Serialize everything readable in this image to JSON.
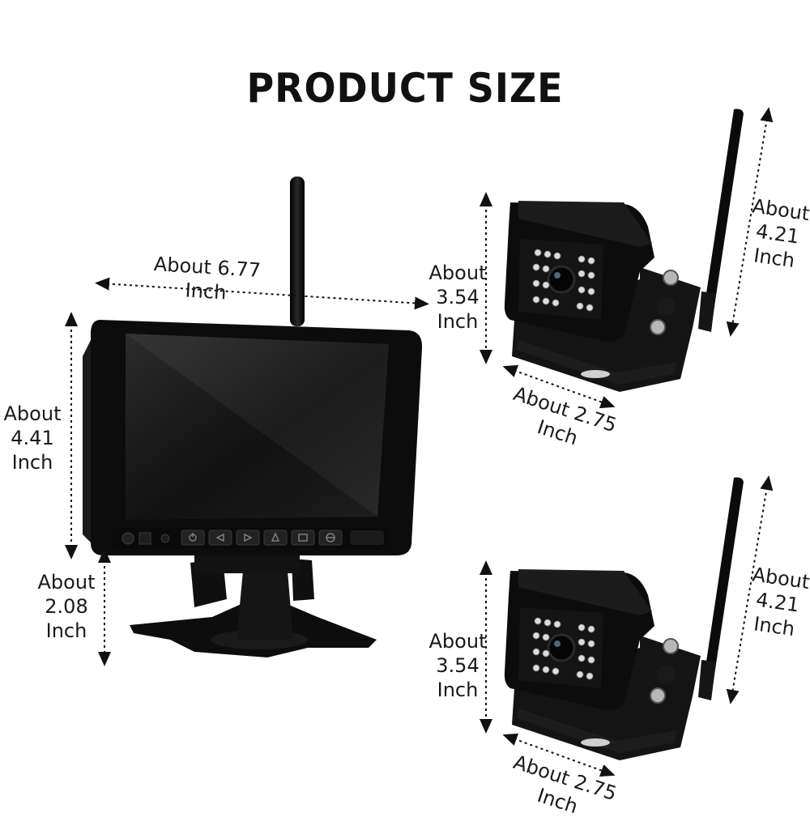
{
  "title": "PRODUCT SIZE",
  "monitor": {
    "width_label": "About 6.77 Inch",
    "height_label": [
      "About",
      "4.41",
      "Inch"
    ],
    "stand_label": [
      "About",
      "2.08",
      "Inch"
    ],
    "buttons": [
      "power-icon",
      "left-icon",
      "right-icon",
      "mode-icon",
      "menu-icon",
      "split-icon"
    ]
  },
  "camera_top": {
    "height_label": [
      "About",
      "3.54",
      "Inch"
    ],
    "antenna_label": [
      "About",
      "4.21",
      "Inch"
    ],
    "width_label": "About 2.75 Inch"
  },
  "camera_bottom": {
    "height_label": [
      "About",
      "3.54",
      "Inch"
    ],
    "antenna_label": [
      "About",
      "4.21",
      "Inch"
    ],
    "width_label": "About 2.75 Inch"
  },
  "colors": {
    "body": "#0e0e0e",
    "screen": "#1c1c1c",
    "ir_led": "#d9d9d9"
  }
}
